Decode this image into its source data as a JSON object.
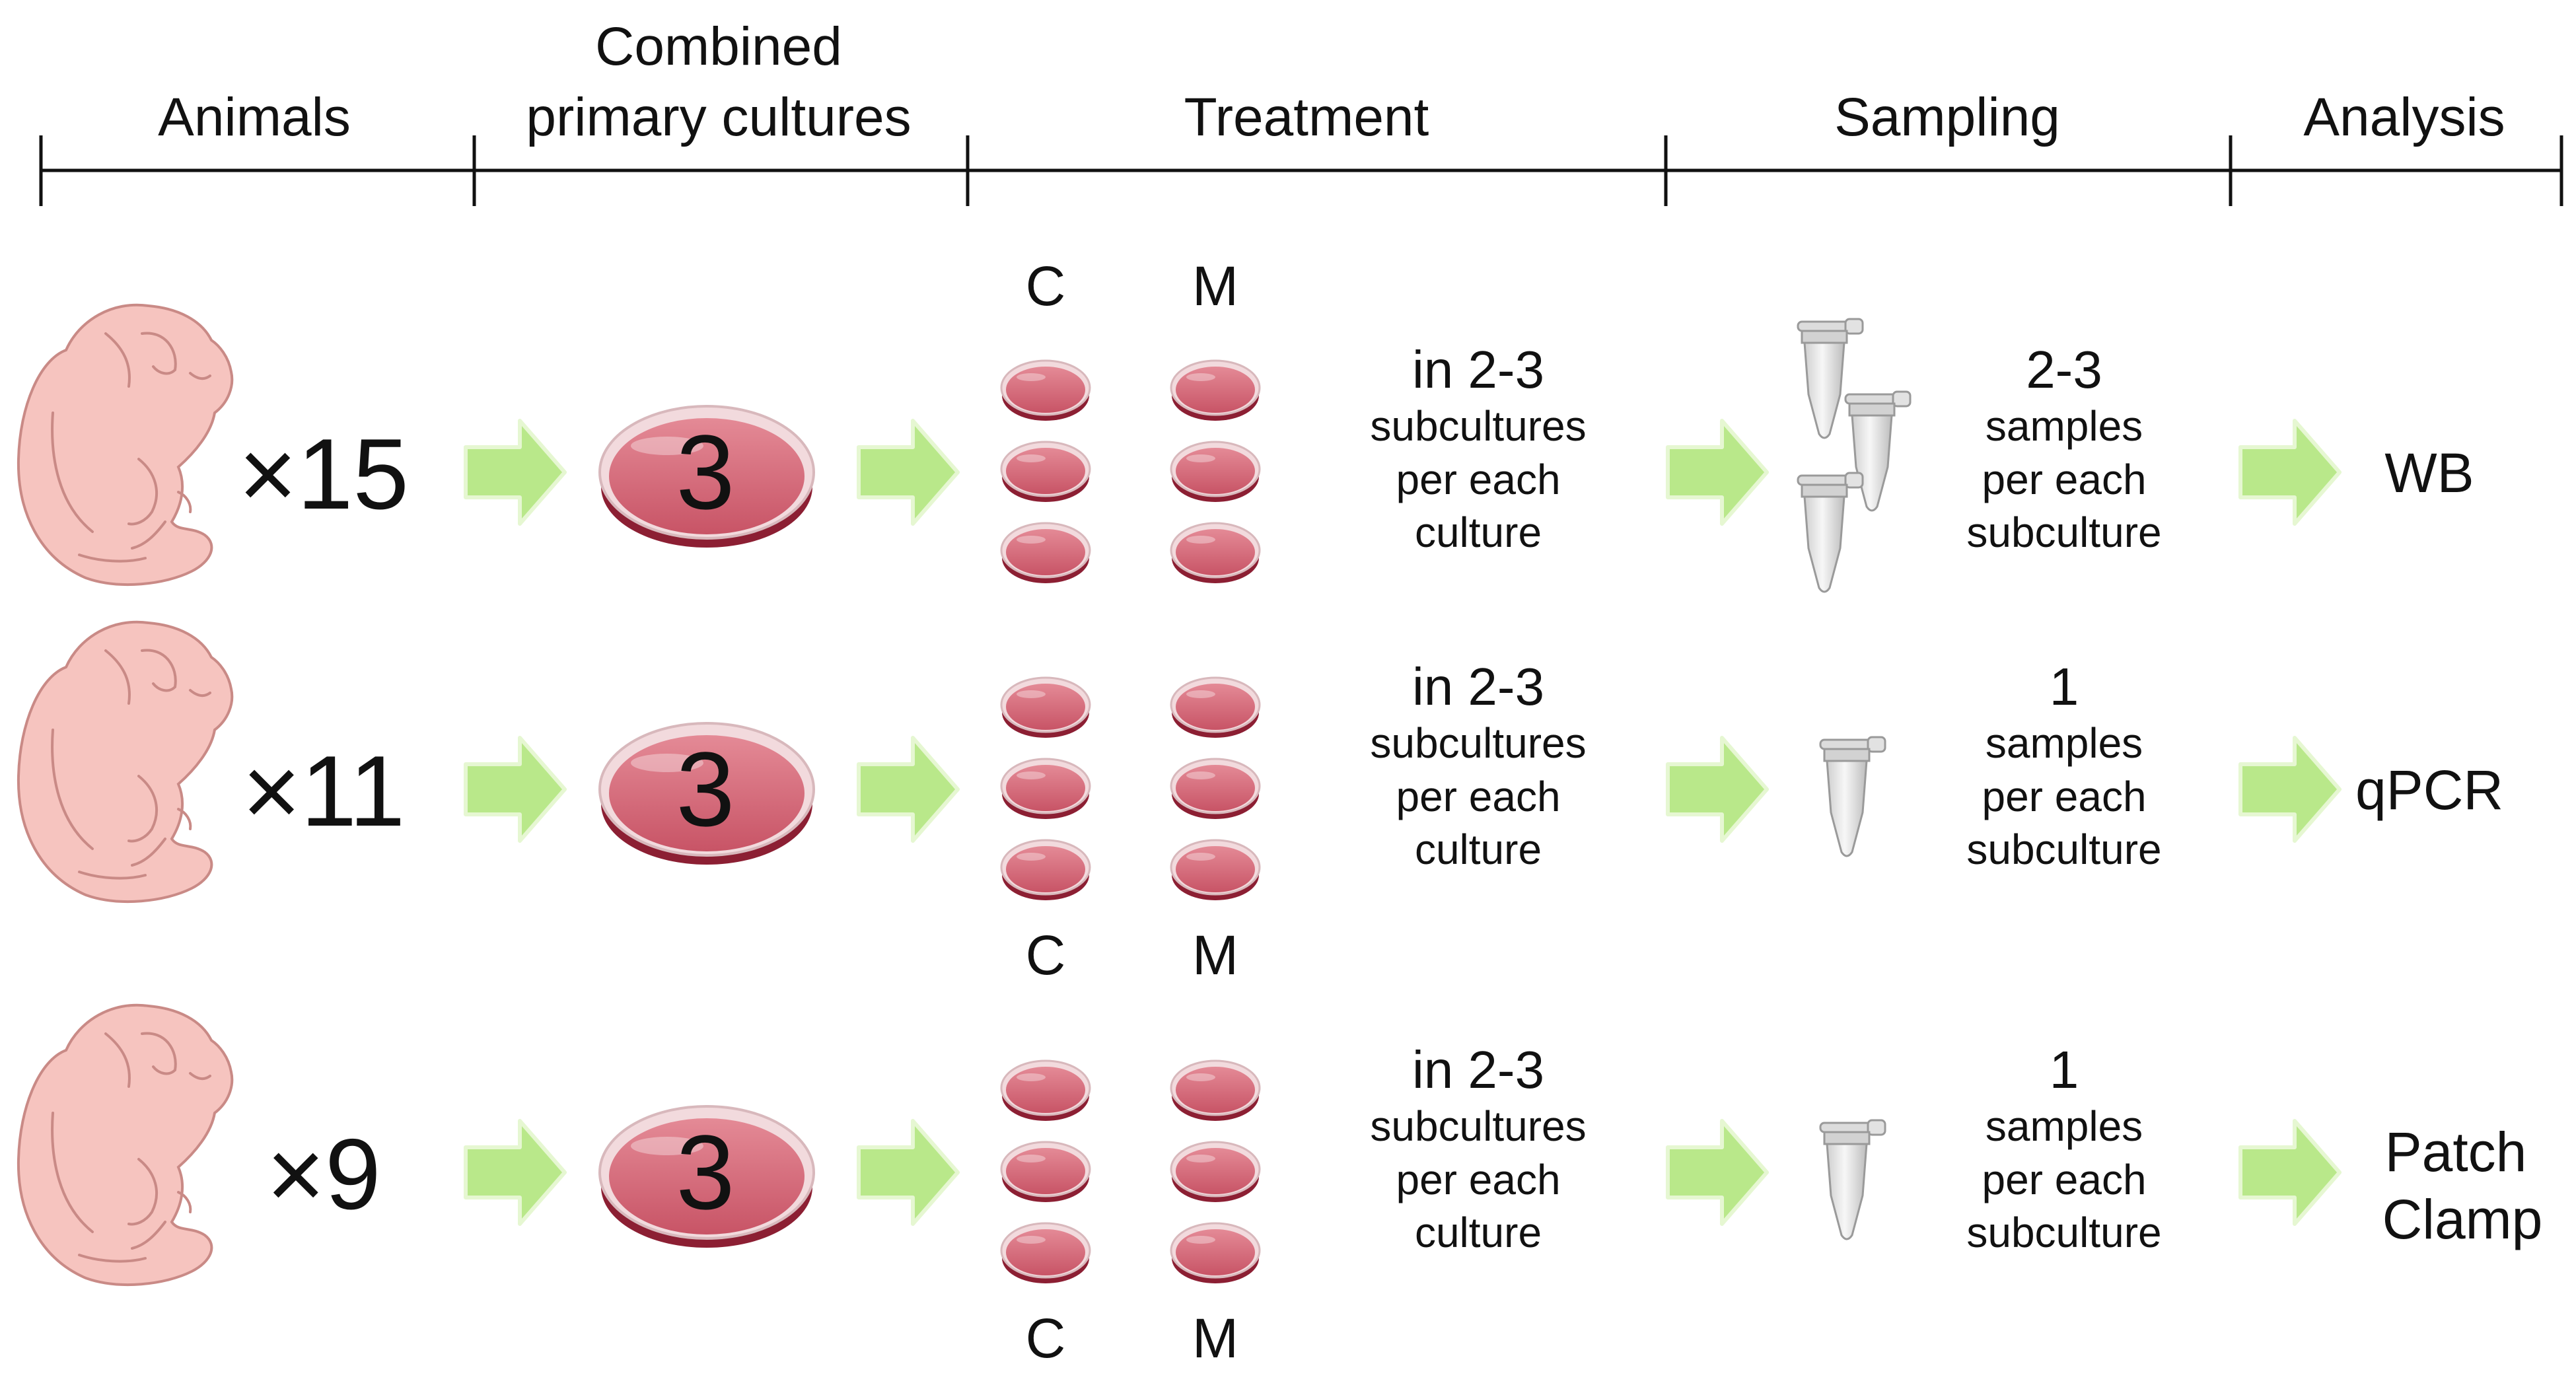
{
  "colors": {
    "arrow": "#b9e88a",
    "arrow_edge": "#e6f7d2",
    "dish_fill": "#d9707e",
    "dish_rim": "#f2dadd",
    "dish_dark": "#8c1f33",
    "animal_fill": "#f6c4bf",
    "animal_line": "#c98a86",
    "tube_fill": "#e8e8e8",
    "tube_line": "#9a9a9a",
    "timeline": "#111111"
  },
  "headers": {
    "animals": "Animals",
    "combined_line1": "Combined",
    "combined_line2": "primary cultures",
    "treatment": "Treatment",
    "sampling": "Sampling",
    "analysis": "Analysis"
  },
  "rows": [
    {
      "animal_icon": "rat-pup-icon",
      "multiplier": "×15",
      "culture_count": "3",
      "label_c": "C",
      "label_m": "M",
      "sub_main": "in 2-3",
      "sub_l1": "subcultures",
      "sub_l2": "per each",
      "sub_l3": "culture",
      "tube_count": 3,
      "samp_main": "2-3",
      "samp_l1": "samples",
      "samp_l2": "per each",
      "samp_l3": "subculture",
      "analysis_l1": "WB",
      "analysis_l2": ""
    },
    {
      "animal_icon": "rat-pup-icon",
      "multiplier": "×11",
      "culture_count": "3",
      "label_c": "C",
      "label_m": "M",
      "sub_main": "in 2-3",
      "sub_l1": "subcultures",
      "sub_l2": "per each",
      "sub_l3": "culture",
      "tube_count": 1,
      "samp_main": "1",
      "samp_l1": "samples",
      "samp_l2": "per each",
      "samp_l3": "subculture",
      "analysis_l1": "qPCR",
      "analysis_l2": ""
    },
    {
      "animal_icon": "rat-pup-icon",
      "multiplier": "×9",
      "culture_count": "3",
      "label_c": "C",
      "label_m": "M",
      "sub_main": "in 2-3",
      "sub_l1": "subcultures",
      "sub_l2": "per each",
      "sub_l3": "culture",
      "tube_count": 1,
      "samp_main": "1",
      "samp_l1": "samples",
      "samp_l2": "per each",
      "samp_l3": "subculture",
      "analysis_l1": "Patch",
      "analysis_l2": "Clamp"
    }
  ]
}
